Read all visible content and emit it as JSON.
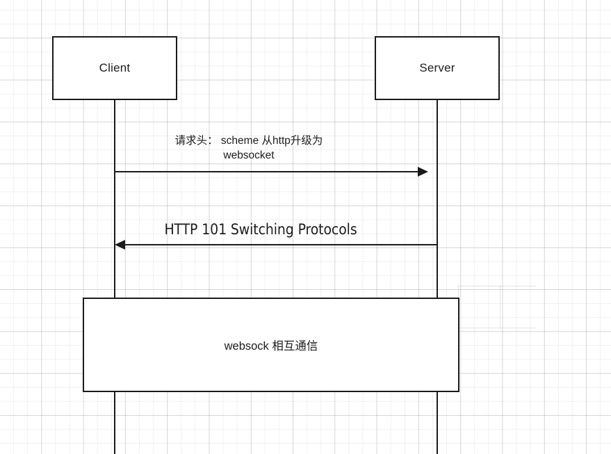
{
  "diagram": {
    "type": "sequence-diagram",
    "background": "#ffffff",
    "grid_color": "#e8e8e8",
    "stroke_color": "#1a1a1a",
    "text_color": "#1c1c1c",
    "participants": [
      {
        "id": "client",
        "label": "Client"
      },
      {
        "id": "server",
        "label": "Server"
      }
    ],
    "messages": [
      {
        "id": "msg-1",
        "from": "client",
        "to": "server",
        "direction": "right",
        "label": "请求头： scheme 从http升级为\nwebsocket"
      },
      {
        "id": "msg-2",
        "from": "server",
        "to": "client",
        "direction": "left",
        "label": "HTTP 101 Switching Protocols"
      }
    ],
    "frames": [
      {
        "id": "websock-frame",
        "label": "websock 相互通信"
      }
    ]
  }
}
